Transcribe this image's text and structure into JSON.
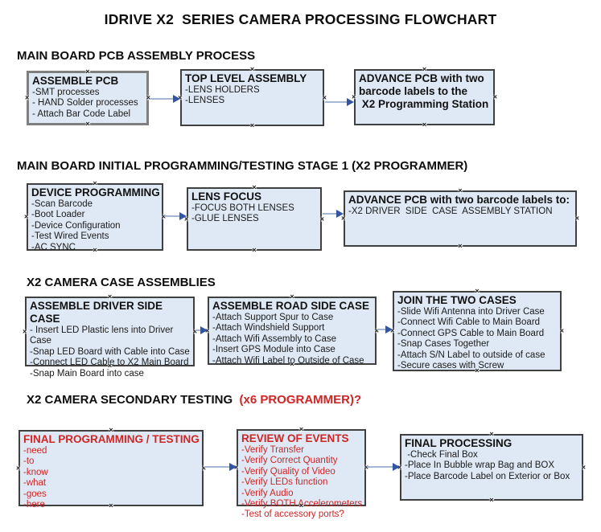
{
  "title": "IDRIVE X2  SERIES CAMERA PROCESSING FLOWCHART",
  "colors": {
    "box_fill": "#dfe9f5",
    "box_border": "#404040",
    "red_text": "#cf2525",
    "arrow_line": "#a3b6d4",
    "arrow_head": "#2f55a4",
    "heading_color": "#0d0d0d"
  },
  "sections": [
    {
      "heading": "MAIN BOARD PCB ASSEMBLY PROCESS",
      "boxes": [
        {
          "title": "ASSEMBLE PCB",
          "items": [
            "-SMT processes",
            "- HAND Solder processes",
            "- Attach Bar Code Label"
          ]
        },
        {
          "title": "TOP LEVEL ASSEMBLY",
          "items": [
            "-LENS HOLDERS",
            "-LENSES"
          ]
        },
        {
          "title": "ADVANCE PCB with two barcode labels to the\n X2 Programming Station",
          "items": []
        }
      ]
    },
    {
      "heading": "MAIN BOARD INITIAL PROGRAMMING/TESTING STAGE 1 (X2 PROGRAMMER)",
      "boxes": [
        {
          "title": "DEVICE PROGRAMMING",
          "items": [
            "-Scan Barcode",
            "-Boot Loader",
            "-Device Configuration",
            "-Test Wired Events",
            "-AC SYNC"
          ]
        },
        {
          "title": "LENS FOCUS",
          "items": [
            "-FOCUS BOTH LENSES",
            "-GLUE LENSES"
          ]
        },
        {
          "title": "ADVANCE PCB with two barcode labels to:",
          "items": [
            "-X2 DRIVER  SIDE  CASE  ASSEMBLY STATION"
          ]
        }
      ]
    },
    {
      "heading": "X2 CAMERA CASE ASSEMBLIES",
      "boxes": [
        {
          "title": "ASSEMBLE DRIVER SIDE CASE",
          "items": [
            "- Insert LED Plastic lens into Driver Case",
            "-Snap LED Board with Cable into Case",
            "-Connect LED Cable to X2 Main Board",
            "-Snap Main Board into case"
          ]
        },
        {
          "title": "ASSEMBLE ROAD SIDE CASE",
          "items": [
            "-Attach Support Spur to Case",
            "-Attach Windshield Support",
            "-Attach Wifi Assembly to Case",
            "-Insert GPS Module into Case",
            "-Attach Wifi Label to Outside of Case"
          ]
        },
        {
          "title": "JOIN THE TWO CASES",
          "items": [
            "-Slide Wifi Antenna into Driver Case",
            "-Connect Wifi Cable to Main Board",
            "-Connect GPS Cable to Main Board",
            "-Snap Cases Together",
            "-Attach S/N Label to outside of case",
            "-Secure cases with Screw"
          ]
        }
      ]
    },
    {
      "heading": "X2 CAMERA SECONDARY TESTING ",
      "heading_red": " (x6 PROGRAMMER)?",
      "boxes": [
        {
          "title": "FINAL PROGRAMMING / TESTING",
          "items": [
            "-need",
            "-to",
            "-know",
            "-what",
            "-goes",
            "-here"
          ]
        },
        {
          "title": "REVIEW OF EVENTS",
          "items": [
            "-Verify Transfer",
            "-Verify Correct Quantity",
            "-Verify Quality of Video",
            "-Verify LEDs function",
            "-Verify Audio",
            "-Verify BOTH Accelerometers",
            "-Test of accessory ports?"
          ]
        },
        {
          "title": "FINAL PROCESSING",
          "items": [
            " -Check Final Box",
            "-Place In Bubble wrap Bag and BOX",
            "-Place Barcode Label on Exterior or Box"
          ]
        }
      ]
    }
  ]
}
